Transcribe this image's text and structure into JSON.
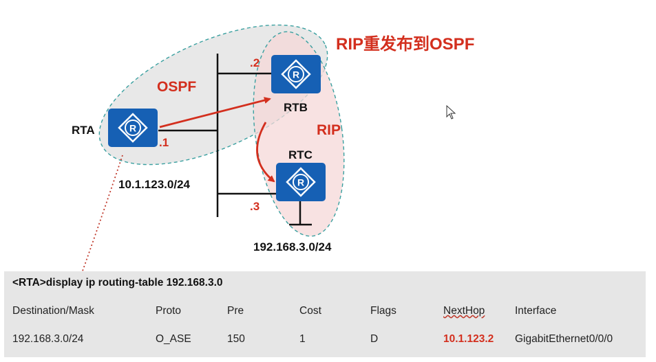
{
  "diagram": {
    "title": "RIP重发布到OSPF",
    "ospf_label": "OSPF",
    "rip_label": "RIP",
    "routers": {
      "rta": {
        "name": "RTA",
        "ip": ".1"
      },
      "rtb": {
        "name": "RTB",
        "ip": ".2"
      },
      "rtc": {
        "name": "RTC",
        "ip": ".3"
      }
    },
    "subnet_label": "10.1.123.0/24",
    "stub_subnet_label": "192.168.3.0/24",
    "colors": {
      "router_fill": "#1660b4",
      "accent_red": "#d32f1e",
      "ospf_zone": "#e6e6e6",
      "rip_zone": "#f6d8d8",
      "zone_border": "#3aa0a0"
    }
  },
  "routing_table": {
    "command": "<RTA>display ip routing-table 192.168.3.0",
    "headers": [
      "Destination/Mask",
      "Proto",
      "Pre",
      "Cost",
      "Flags",
      "NextHop",
      "Interface"
    ],
    "rows": [
      [
        "192.168.3.0/24",
        "O_ASE",
        "150",
        "1",
        "D",
        "10.1.123.2",
        "GigabitEthernet0/0/0"
      ]
    ]
  }
}
